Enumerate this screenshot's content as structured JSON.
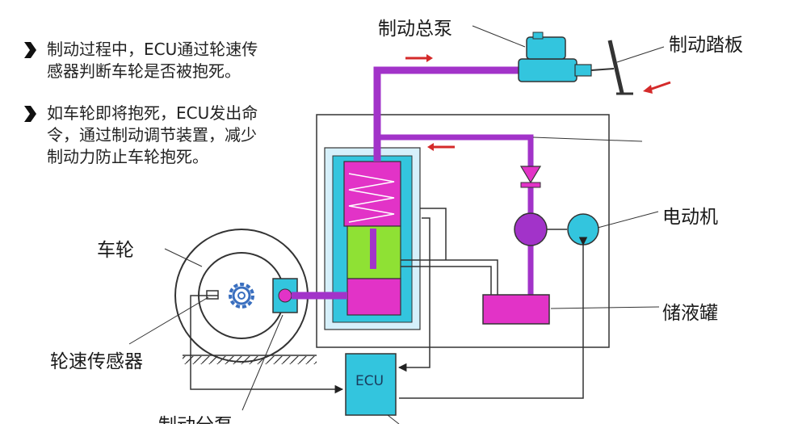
{
  "bullets": [
    {
      "lines": [
        "制动过程中，ECU通过轮速传",
        "感器判断车轮是否被抱死。"
      ]
    },
    {
      "lines": [
        "如车轮即将抱死，ECU发出命",
        "令，通过制动调节装置，减少",
        "制动力防止车轮抱死。"
      ]
    }
  ],
  "labels": {
    "master_cylinder": "制动总泵",
    "brake_pedal": "制动踏板",
    "motor": "电动机",
    "wheel": "车轮",
    "reservoir": "储液罐",
    "wheel_speed_sensor": "轮速传感器",
    "wheel_cylinder": "制动分泵",
    "ecu": "ECU"
  },
  "colors": {
    "brake_line": "#a233c9",
    "cyan_part": "#33c5de",
    "piston_pink": "#e233c7",
    "piston_green": "#8fe134",
    "arrow_red": "#d42a2a",
    "light_blue": "#d6f0fb"
  },
  "icons": [
    "chevron-right-icon",
    "gear-icon",
    "flow-arrow-icon"
  ]
}
